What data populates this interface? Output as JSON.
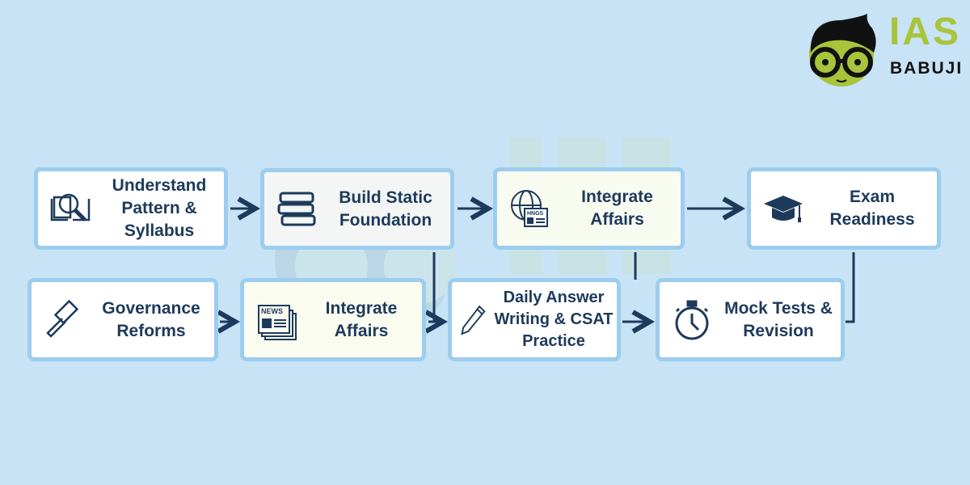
{
  "logo": {
    "line1": "IAS",
    "line2": "BABUJI"
  },
  "colors": {
    "background": "#c7e3f5",
    "box_border": "#9dcdee",
    "text": "#1d3a5c",
    "accent": "#a8c43a"
  },
  "steps": [
    {
      "label": "Understand Pattern & Syllabus",
      "icon": "book-magnifier-icon"
    },
    {
      "label": "Build Static Foundation",
      "icon": "books-stack-icon"
    },
    {
      "label": "Integrate Affairs",
      "icon": "globe-news-icon"
    },
    {
      "label": "Exam Readiness",
      "icon": "graduation-cap-icon"
    },
    {
      "label": "Governance Reforms",
      "icon": "gavel-icon"
    },
    {
      "label": "Integrate Affairs",
      "icon": "newspaper-icon"
    },
    {
      "label": "Daily Answer Writing & CSAT Practice",
      "icon": "pencil-icon"
    },
    {
      "label": "Mock Tests & Revision",
      "icon": "stopwatch-icon"
    }
  ],
  "icon_text": {
    "news": "NEWS",
    "globe_news": "HNGS"
  }
}
